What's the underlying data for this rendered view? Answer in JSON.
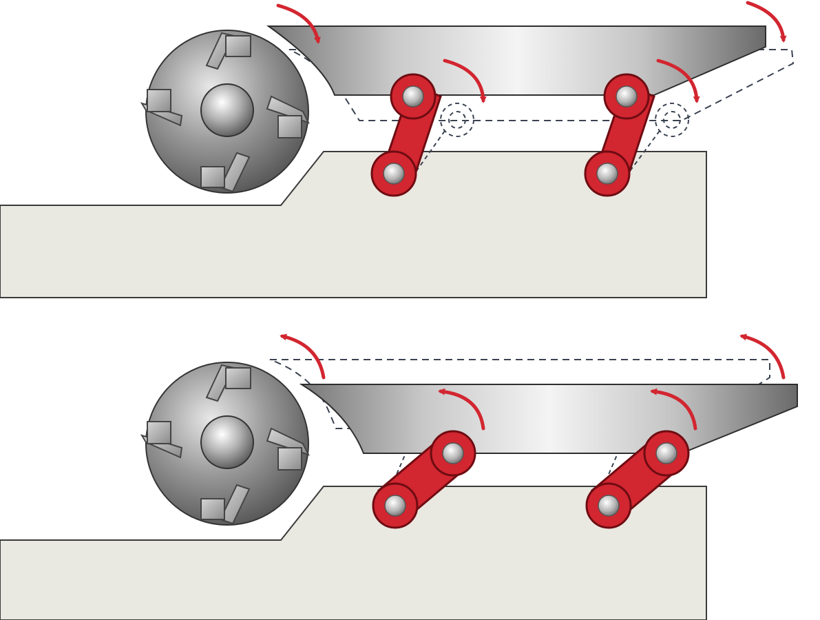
{
  "diagram": {
    "panels": [
      {
        "id": "top",
        "link_direction": "lowering",
        "arrow_direction": "clockwise",
        "ghost_position": "below",
        "links": 2,
        "cutter_knives": 4
      },
      {
        "id": "bottom",
        "link_direction": "raising",
        "arrow_direction": "counterclockwise",
        "ghost_position": "above",
        "links": 2,
        "cutter_knives": 4
      }
    ],
    "colors": {
      "table": "#e9e8e1",
      "table_stroke": "#3a3a3a",
      "link": "#d22630",
      "link_stroke": "#6e0c12",
      "arrow": "#d22630",
      "dashed": "#3a4250",
      "cutter_light": "#e8e8e8",
      "cutter_dark": "#4a4a4a"
    }
  }
}
